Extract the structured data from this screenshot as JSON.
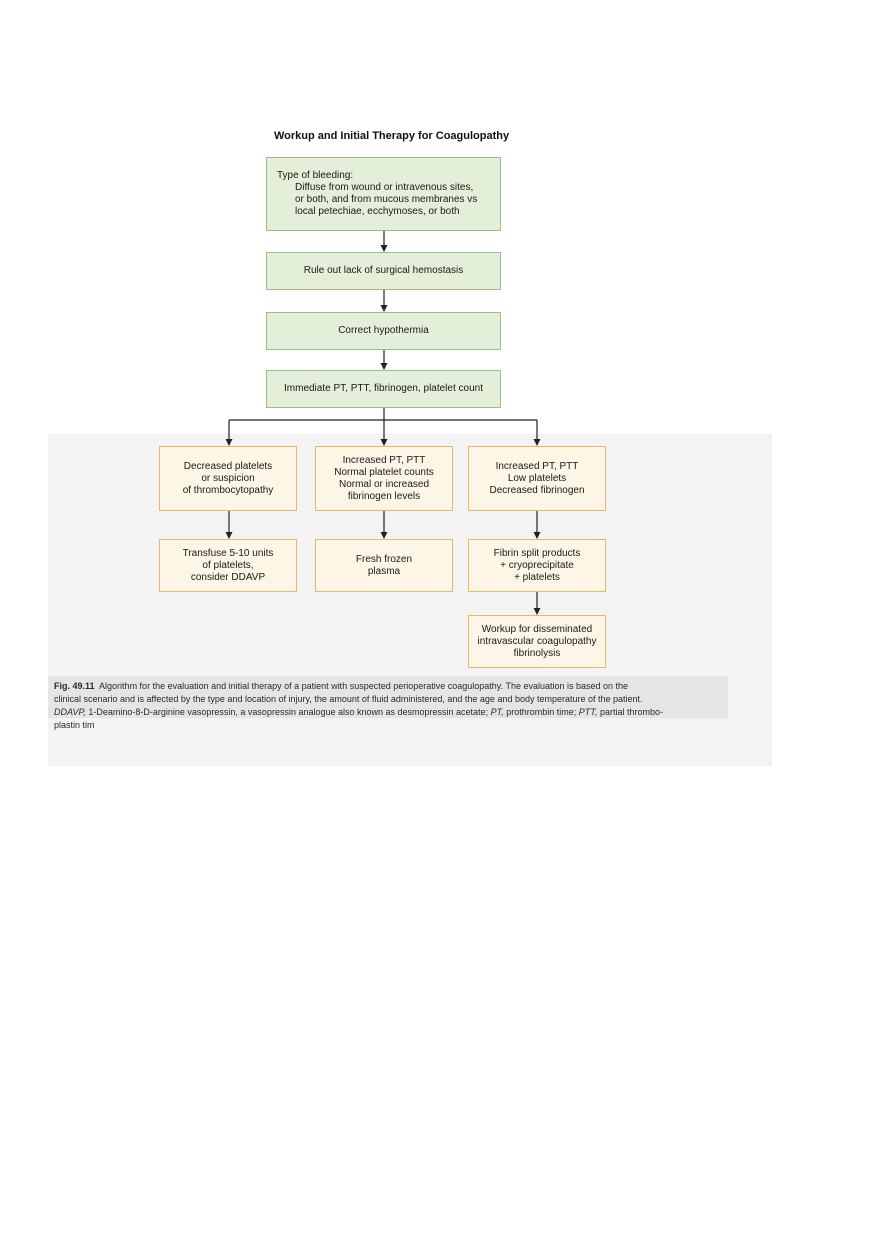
{
  "title": "Workup and Initial Therapy for Coagulopathy",
  "boxes": {
    "bleeding_type": {
      "head": "Type of bleeding:",
      "lines": [
        "Diffuse from wound or intravenous sites,",
        "or both, and from mucous membranes vs",
        "local petechiae, ecchymoses, or both"
      ]
    },
    "rule_out": [
      "Rule out lack of surgical hemostasis"
    ],
    "hypothermia": [
      "Correct hypothermia"
    ],
    "labs": [
      "Immediate PT, PTT, fibrinogen, platelet count"
    ],
    "decreased_platelets": [
      "Decreased platelets",
      "or suspicion",
      "of thrombocytopathy"
    ],
    "increased_pt_normal": [
      "Increased PT, PTT",
      "Normal platelet counts",
      "Normal or increased",
      "fibrinogen levels"
    ],
    "increased_pt_low": [
      "Increased PT, PTT",
      "Low platelets",
      "Decreased fibrinogen"
    ],
    "transfuse": [
      "Transfuse 5-10 units",
      "of platelets,",
      "consider DDAVP"
    ],
    "ffp": [
      "Fresh frozen",
      "plasma"
    ],
    "fibrin": [
      "Fibrin split products",
      "+ cryoprecipitate",
      "+ platelets"
    ],
    "dic": [
      "Workup for disseminated",
      "intravascular coagulopathy",
      "fibrinolysis"
    ]
  },
  "caption": {
    "label": "Fig. 49.11",
    "line1": "Algorithm for the evaluation and initial therapy of a patient with suspected perioperative coagulopathy. The evaluation is based on the",
    "line2": "clinical scenario and is affected by the type and location of injury, the amount of fluid administered, and the age and body temperature of the patient.",
    "line3_abbr1": "DDAVP,",
    "line3_def1": " 1-Deamino-8-D-arginine vasopressin, a vasopressin analogue also known as desmopressin acetate; ",
    "line3_abbr2": "PT,",
    "line3_def2": " prothrombin time; ",
    "line3_abbr3": "PTT,",
    "line3_def3": " partial thrombo-",
    "line4": "plastin tim"
  },
  "colors": {
    "green_fill": "#e3efd9",
    "green_border": "#9dbf86",
    "yellow_fill": "#fdf6e6",
    "yellow_border": "#e8b86a",
    "arrow": "#222222"
  }
}
